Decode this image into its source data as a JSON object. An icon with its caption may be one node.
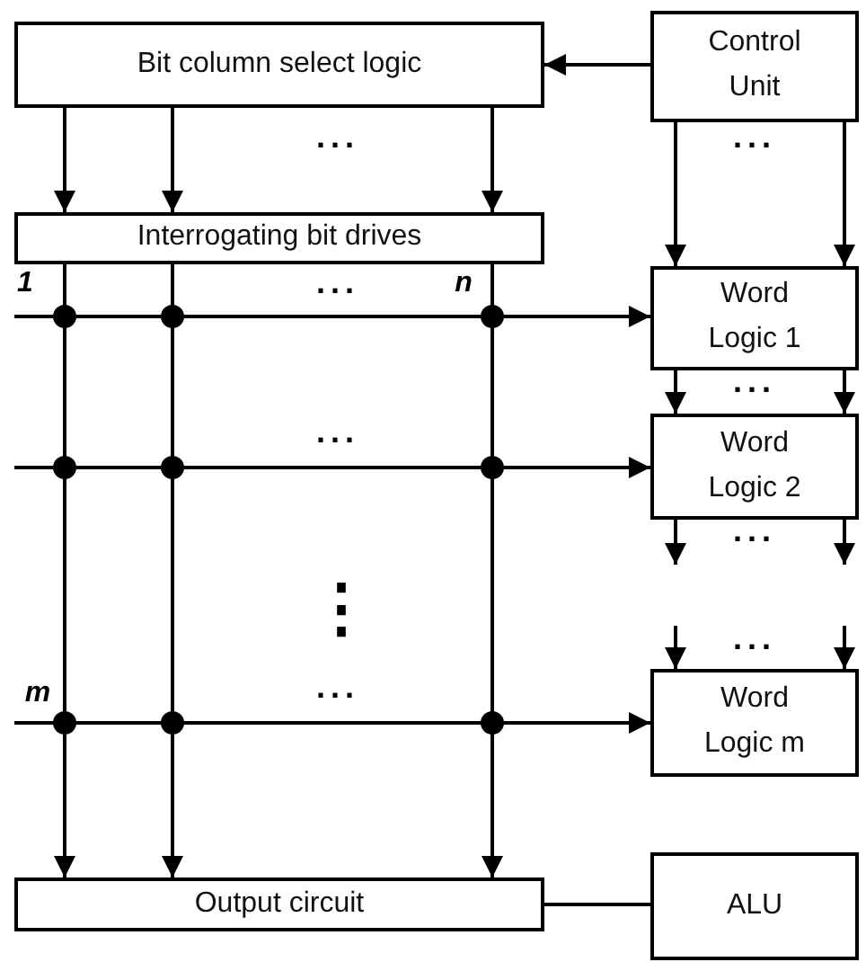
{
  "diagram": {
    "nodes": [
      {
        "text": [
          "Bit column select logic"
        ]
      },
      {
        "text": [
          "Control Unit"
        ]
      },
      {
        "text": [
          "Interrogating bit drives"
        ]
      },
      {
        "text": [
          "Word Logic 1"
        ]
      },
      {
        "text": [
          "Word Logic 2"
        ]
      },
      {
        "text": [
          "Word Logic m"
        ]
      },
      {
        "text": [
          "Output circuit"
        ]
      },
      {
        "text": [
          "ALU"
        ]
      }
    ],
    "edges": [
      {
        "from": 1,
        "to": 0,
        "arrow": "to"
      },
      {
        "from": 0,
        "to": 2,
        "arrow": "to"
      },
      {
        "from": 0,
        "to": 2,
        "arrow": "to"
      },
      {
        "from": 0,
        "to": 2,
        "arrow": "to"
      },
      {
        "from": 1,
        "to": 3,
        "arrow": "to"
      },
      {
        "from": 1,
        "to": 3,
        "arrow": "to"
      },
      {
        "from": null,
        "to": 3,
        "arrow": "to"
      },
      {
        "from": null,
        "to": 4,
        "arrow": "to"
      },
      {
        "from": null,
        "to": 5,
        "arrow": "to"
      },
      {
        "from": 3,
        "to": 4,
        "arrow": "to"
      },
      {
        "from": 3,
        "to": 4,
        "arrow": "to"
      },
      {
        "from": 4,
        "to": null,
        "arrow": "to"
      },
      {
        "from": 4,
        "to": null,
        "arrow": "to"
      },
      {
        "from": null,
        "to": 5,
        "arrow": "to"
      },
      {
        "from": null,
        "to": 5,
        "arrow": "to"
      },
      {
        "from": 2,
        "to": 6,
        "arrow": "to"
      },
      {
        "from": 2,
        "to": 6,
        "arrow": "to"
      },
      {
        "from": 2,
        "to": 6,
        "arrow": "to"
      },
      {
        "from": 6,
        "to": 7,
        "arrow": "none"
      }
    ],
    "labels": [
      "...",
      "...",
      "1",
      "...",
      "n",
      "...",
      "...",
      "...",
      "⋮",
      "...",
      "...",
      "m"
    ]
  }
}
